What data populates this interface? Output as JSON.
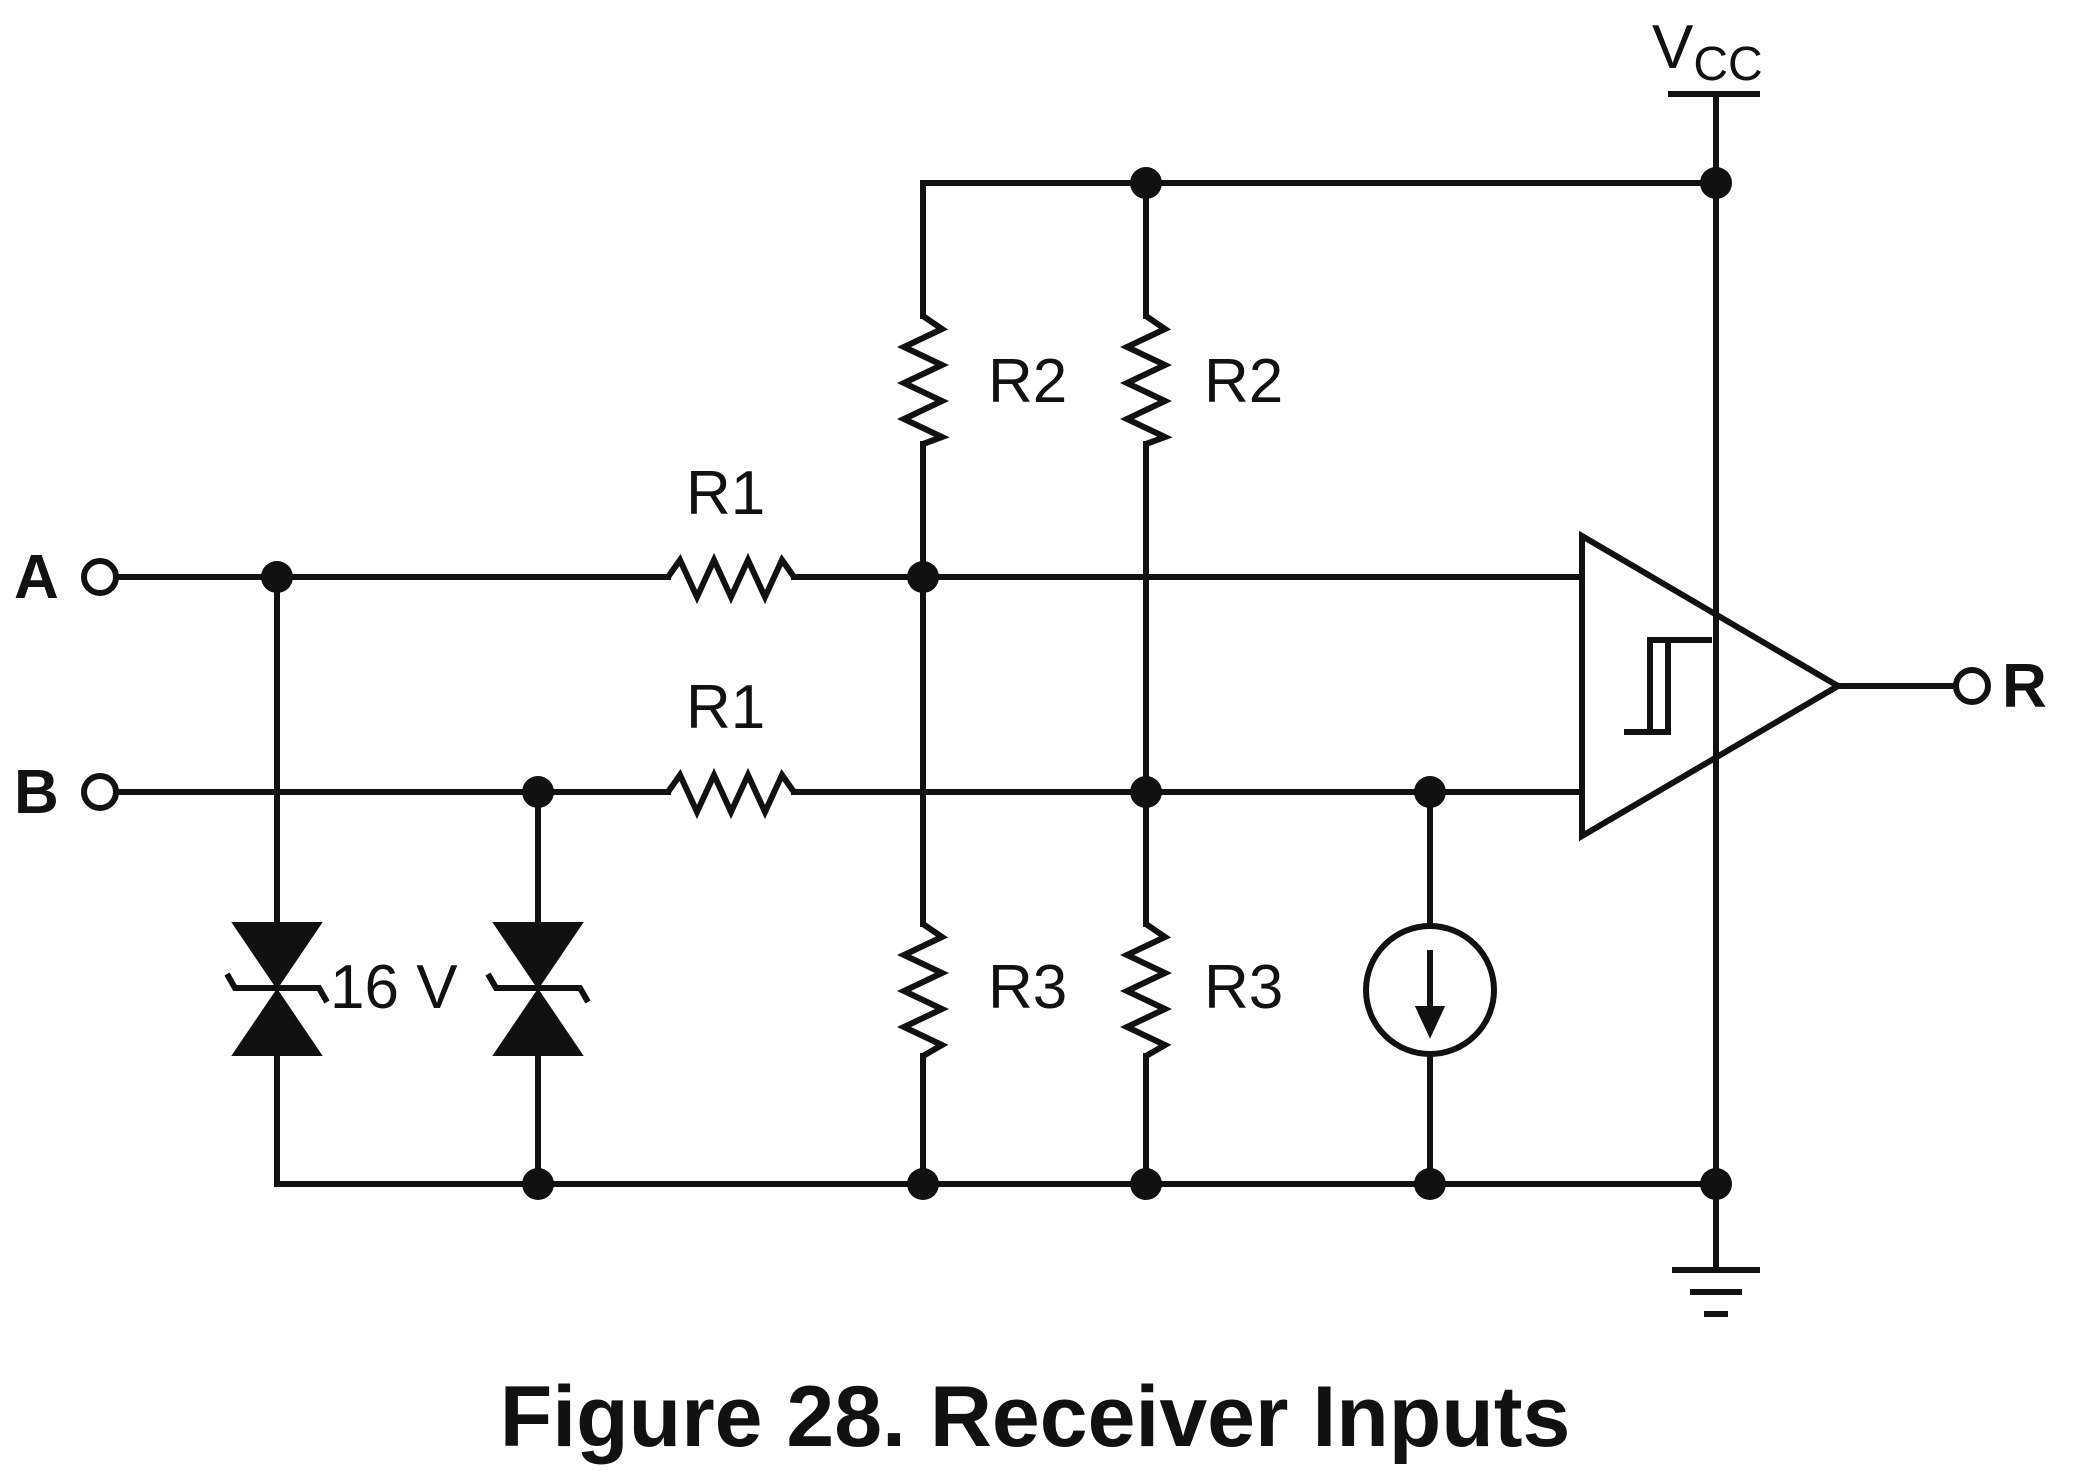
{
  "diagram": {
    "caption": "Figure 28. Receiver Inputs",
    "supply": {
      "symbol": "V",
      "subscript": "CC"
    },
    "terminals": {
      "input_a": "A",
      "input_b": "B",
      "output_r": "R"
    },
    "resistors": {
      "r1_a": "R1",
      "r1_b": "R1",
      "r2_left": "R2",
      "r2_right": "R2",
      "r3_left": "R3",
      "r3_right": "R3"
    },
    "zener_label": "16 V",
    "comparator": {
      "type": "schmitt-trigger"
    },
    "current_source": {
      "direction": "down"
    },
    "ground": {
      "symbol": "ground"
    }
  }
}
